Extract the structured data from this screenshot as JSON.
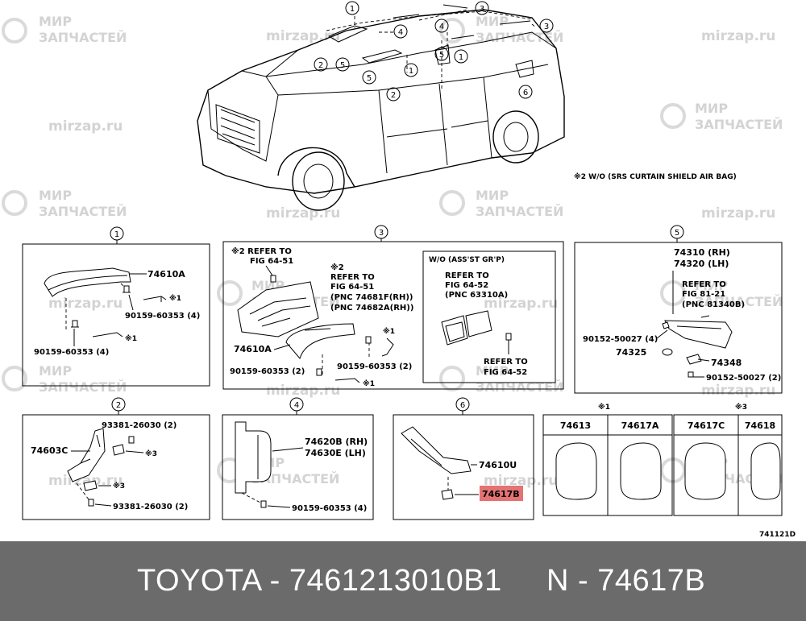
{
  "watermark": {
    "brand_ru_1": "МИР",
    "brand_ru_2": "ЗАПЧАСТЕЙ",
    "domain": "mirzap.ru"
  },
  "note": "※2 W/O (SRS CURTAIN SHIELD AIR BAG)",
  "diagram_code": "741121D",
  "callouts": [
    "1",
    "2",
    "3",
    "4",
    "5",
    "6"
  ],
  "footer": {
    "text": "TOYOTA - 7461213010B1     N - 74617B"
  },
  "panel1": {
    "p1": "74610A",
    "p2": "90159-60353 (4)",
    "p3": "90159-60353 (4)",
    "m1": "※1",
    "m2": "※1"
  },
  "panel2": {
    "p1": "93381-26030 (2)",
    "p2": "74603C",
    "p3": "93381-26030 (2)",
    "m1": "※3",
    "m2": "※3"
  },
  "panel3": {
    "ref1a": "※2 REFER TO",
    "ref1b": "FIG 64-51",
    "ref2a": "※2",
    "ref2b": "REFER TO",
    "ref2c": "FIG 64-51",
    "ref2d": "(PNC 74681F(RH))",
    "ref2e": "(PNC 74682A(RH))",
    "p1": "74610A",
    "p2": "90159-60353 (2)",
    "p3": "90159-60353 (2)",
    "m1": "※1",
    "m2": "※1",
    "wo_title": "W/O (ASS'ST GR'P)",
    "wo_a": "REFER TO",
    "wo_b": "FIG 64-52",
    "wo_c": "(PNC 63310A)",
    "wo_d": "REFER TO",
    "wo_e": "FIG 64-52"
  },
  "panel4": {
    "p1": "74620B (RH)",
    "p2": "74630E (LH)",
    "p3": "90159-60353 (4)"
  },
  "panel5": {
    "p1": "74310 (RH)",
    "p2": "74320 (LH)",
    "ref_a": "REFER TO",
    "ref_b": "FIG 81-21",
    "ref_c": "(PNC 81340B)",
    "p3": "90152-50027 (4)",
    "p4": "74325",
    "p5": "74348",
    "p6": "90152-50027 (2)"
  },
  "panel6": {
    "p1": "74610U",
    "p2": "74617B"
  },
  "variants": {
    "group1_mark": "※1",
    "group3_mark": "※3",
    "v1": "74613",
    "v2": "74617A",
    "v3": "74617C",
    "v4": "74618"
  },
  "colors": {
    "highlight": "#e57373",
    "footer_bg": "#6b6b6b",
    "watermark": "#cfcfcf"
  }
}
